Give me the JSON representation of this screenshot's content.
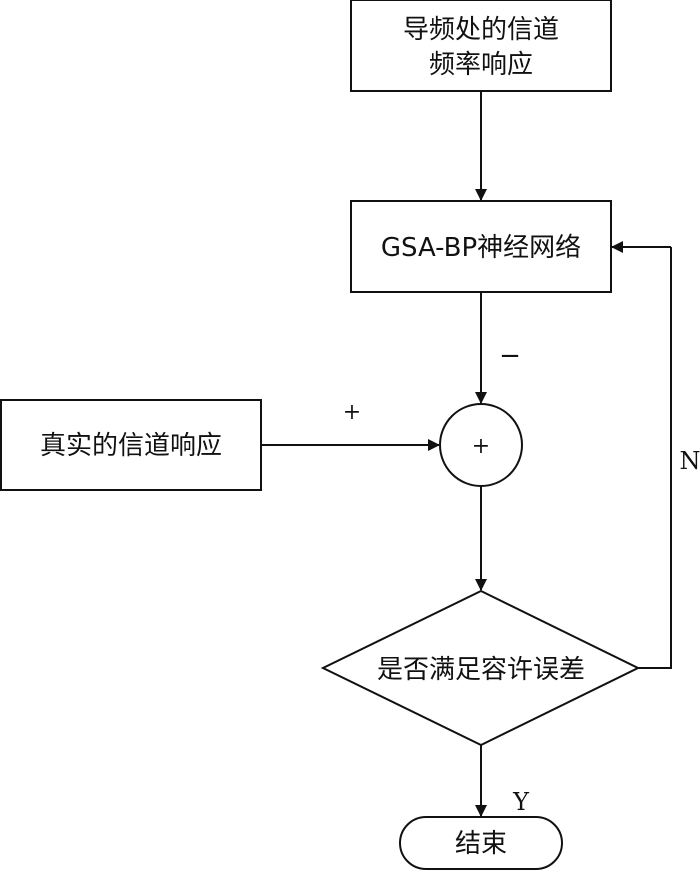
{
  "diagram": {
    "pilot_box": {
      "line1": "导频处的信道",
      "line2": "频率响应"
    },
    "network_box": {
      "label": "GSA-BP神经网络"
    },
    "real_box": {
      "label": "真实的信道响应"
    },
    "sum_node": {
      "label": "+"
    },
    "minus_sign": "−",
    "plus_sign": "+",
    "decision": {
      "label": "是否满足容许误差"
    },
    "no_label": "N",
    "yes_label": "Y",
    "end": {
      "label": "结束"
    }
  }
}
